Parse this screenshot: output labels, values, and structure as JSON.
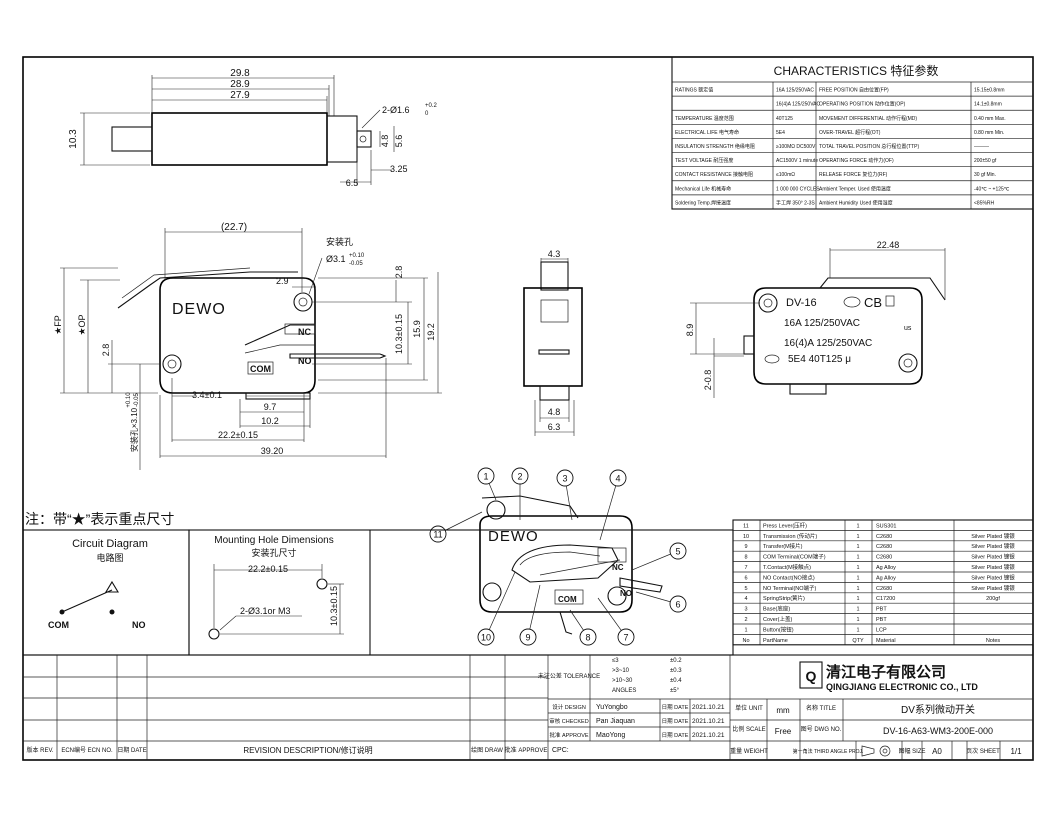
{
  "top_view": {
    "dims": [
      "29.8",
      "28.9",
      "27.9",
      "10.3",
      "2-Ø1.6",
      "+0.2",
      "0",
      "4.8",
      "5.6",
      "3.25",
      "6.5"
    ]
  },
  "characteristics": {
    "title": "CHARACTERISTICS 特征参数",
    "left_rows": [
      {
        "label": "RATINGS 额定值",
        "value": "16A 125/250VAC"
      },
      {
        "label": "",
        "value": "16(4)A 125/250VAC"
      },
      {
        "label": "TEMPERATURE 温度范围",
        "value": "40T125"
      },
      {
        "label": "ELECTRICAL LIFE 电气寿命",
        "value": "5E4"
      },
      {
        "label": "INSULATION STRENGTH 绝缘电阻",
        "value": "≥100MΩ DC500V"
      },
      {
        "label": "TEST VOLTAGE 耐压强度",
        "value": "AC1500V 1 minute"
      },
      {
        "label": "CONTACT RESISTANCE 接触电阻",
        "value": "≤100mΩ"
      },
      {
        "label": "Mechanical Life 机械寿命",
        "value": "1 000 000 CYCLES"
      },
      {
        "label": "Soldering Temp.焊接温度",
        "value": "手工焊 350° 2-3S"
      }
    ],
    "right_rows": [
      {
        "label": "FREE POSITION 自由位置(FP)",
        "value": "15.15±0.8mm"
      },
      {
        "label": "OPERATING POSITION 动作位置(OP)",
        "value": "14.1±0.8mm"
      },
      {
        "label": "MOVEMENT DIFFERENTIAL 动作行程(MD)",
        "value": "0.40 mm Max."
      },
      {
        "label": "OVER-TRAVEL 超行程(OT)",
        "value": "0.80 mm Min."
      },
      {
        "label": "TOTAL TRAVEL POSITION 总行程位置(TTP)",
        "value": "———"
      },
      {
        "label": "OPERATING FORCE 动作力(OF)",
        "value": "200±50 gf"
      },
      {
        "label": "RELEASE FORCE 复位力(RF)",
        "value": "30 gf Min."
      },
      {
        "label": "Ambient Temper. Used 使用温度",
        "value": "-40℃ ~ +125℃"
      },
      {
        "label": "Ambient Humidity Used 使用湿度",
        "value": "<85%RH"
      }
    ]
  },
  "front_view": {
    "brand": "DEWO",
    "labels": [
      "安装孔",
      "NC",
      "NO",
      "COM",
      "★FP",
      "★OP"
    ],
    "dims": [
      "(22.7)",
      "Ø3.1",
      "+0.10",
      "-0.05",
      "2.9",
      "2.8",
      "10.3±0.15",
      "15.9",
      "19.2",
      "2.8",
      "3.4±0.1",
      "9.7",
      "10.2",
      "22.2±0.15",
      "39.20",
      "安装孔×3.10",
      "+0.10",
      "-0.05"
    ]
  },
  "side_view": {
    "dims": [
      "4.3",
      "4.8",
      "6.3"
    ]
  },
  "rear_view": {
    "label_lines": [
      "DV-16",
      "16A 125/250VAC",
      "16(4)A 125/250VAC",
      "5E4  40T125 μ"
    ],
    "marks": [
      "CB",
      "us"
    ],
    "dims": [
      "22.48",
      "8.9",
      "2-0.8"
    ]
  },
  "exploded": {
    "brand": "DEWO",
    "labels": [
      "NC",
      "NO",
      "COM"
    ],
    "balloons": [
      "1",
      "2",
      "3",
      "4",
      "5",
      "6",
      "7",
      "8",
      "9",
      "10",
      "11"
    ]
  },
  "note": "注：带“★”表示重点尺寸",
  "circuit": {
    "title_en": "Circuit Diagram",
    "title_cn": "电路图",
    "com": "COM",
    "no": "NO"
  },
  "mounting": {
    "title_en": "Mounting Hole Dimensions",
    "title_cn": "安装孔尺寸",
    "dim_h": "22.2±0.15",
    "dim_v": "10.3±0.15",
    "hole": "2-Ø3.1or M3"
  },
  "parts": {
    "rows": [
      {
        "no": "11",
        "name": "Press Lever(压杆)",
        "qty": "1",
        "material": "SUS301",
        "finish": ""
      },
      {
        "no": "10",
        "name": "Transmission (传动片)",
        "qty": "1",
        "material": "C2680",
        "finish": "Silver Plated 镀银"
      },
      {
        "no": "9",
        "name": "Transfer(M接片)",
        "qty": "1",
        "material": "C2680",
        "finish": "Silver Plated 镀银"
      },
      {
        "no": "8",
        "name": "COM Terminal(COM端子)",
        "qty": "1",
        "material": "C2680",
        "finish": "Silver Plated 镀银"
      },
      {
        "no": "7",
        "name": "T.Contact(M接触点)",
        "qty": "1",
        "material": "Ag Alloy",
        "finish": "Silver Plated 镀银"
      },
      {
        "no": "6",
        "name": "NO Contact(NO接点)",
        "qty": "1",
        "material": "Ag Alloy",
        "finish": "Silver Plated 镀银"
      },
      {
        "no": "5",
        "name": "NO Terminal(NO端子)",
        "qty": "1",
        "material": "C2680",
        "finish": "Silver Plated 镀银"
      },
      {
        "no": "4",
        "name": "SpringStrip(簧片)",
        "qty": "1",
        "material": "C17200",
        "finish": "200gf"
      },
      {
        "no": "3",
        "name": "Base(底座)",
        "qty": "1",
        "material": "PBT",
        "finish": ""
      },
      {
        "no": "2",
        "name": "Cover(上盖)",
        "qty": "1",
        "material": "PBT",
        "finish": ""
      },
      {
        "no": "1",
        "name": "Button(按钮)",
        "qty": "1",
        "material": "LCP",
        "finish": ""
      },
      {
        "no": "No",
        "name": "PartName",
        "qty": "QTY",
        "material": "Material",
        "finish": "Notes"
      }
    ]
  },
  "title_block": {
    "rev_header": {
      "rev": "版本 REV.",
      "ecn": "ECN编号 ECN NO.",
      "date": "日期 DATE",
      "desc": "REVISION DESCRIPTION/修订说明",
      "draw": "绘图 DRAW",
      "approve": "批准 APPROVE"
    },
    "tolerance": {
      "label": "未注公差 TOLERANCE",
      "rows": [
        [
          "≤3",
          "±0.2"
        ],
        [
          ">3~10",
          "±0.3"
        ],
        [
          ">10~30",
          "±0.4"
        ],
        [
          "ANGLES",
          "±5°"
        ]
      ]
    },
    "people": [
      {
        "role": "设计 DESIGN",
        "name": "YuYongbo",
        "date_label": "日期 DATE",
        "date": "2021.10.21"
      },
      {
        "role": "审核 CHECKED",
        "name": "Pan Jiaquan",
        "date_label": "日期 DATE",
        "date": "2021.10.21"
      },
      {
        "role": "批准 APPROVE",
        "name": "MaoYong",
        "date_label": "日期 DATE",
        "date": "2021.10.21"
      }
    ],
    "cpc": "CPC:",
    "company_cn": "清江电子有限公司",
    "company_en": "QINGJIANG ELECTRONIC CO., LTD",
    "unit_label": "单位 UNIT",
    "unit": "mm",
    "title_label": "名称 TITLE",
    "title": "DV系列微动开关",
    "scale_label": "比例 SCALE",
    "scale": "Free",
    "dwg_label": "图号 DWG NO.",
    "dwg": "DV-16-A63-WM3-200E-000",
    "weight_label": "重量 WEIGHT",
    "proj_label": "第一角法 THIRD ANGLE PROJ.",
    "size_label": "图幅 SIZE",
    "size": "A0",
    "sheet_label": "页次 SHEET",
    "sheet": "1/1"
  }
}
